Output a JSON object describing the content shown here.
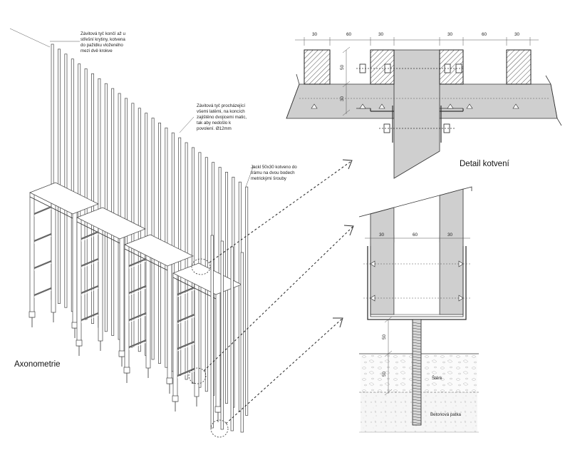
{
  "labels": {
    "axonometry_title": "Axonometrie",
    "detail_title": "Detail kotvení",
    "note_top": [
      "Závitová tyč končí až u",
      "střešní krytiny, kotvena",
      "do pažidku vloženého",
      "mezi dvě krokve"
    ],
    "note_middle": [
      "Závitová tyč procházející",
      "všemi latěmi, na koncích",
      "zajištěno dvojicemi matic,",
      "tak aby nedošlo k",
      "povolení. Ø12mm"
    ],
    "note_lower": [
      "Jackl 50x30 kotveno do",
      "trámu na dvou bodech",
      "metrickými šrouby"
    ],
    "gravel": "Štěrk",
    "footing": "Betonová patka"
  },
  "top_detail_dims": [
    "30",
    "60",
    "30",
    "30",
    "60",
    "30"
  ],
  "top_detail_vert_dims": [
    "50",
    "30"
  ],
  "bottom_detail_dims": [
    "30",
    "60",
    "30"
  ],
  "bottom_detail_vert_dims": [
    "50",
    "50"
  ]
}
